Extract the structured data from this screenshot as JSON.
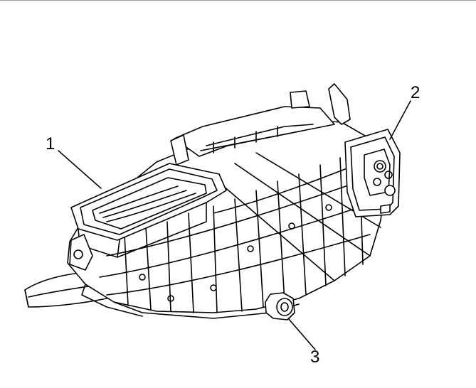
{
  "diagram": {
    "callouts": [
      {
        "id": "1",
        "label": "1"
      },
      {
        "id": "2",
        "label": "2"
      },
      {
        "id": "3",
        "label": "3"
      }
    ],
    "colors": {
      "ink": "#000000",
      "paper": "#ffffff",
      "rule": "#9a9a9a"
    }
  }
}
